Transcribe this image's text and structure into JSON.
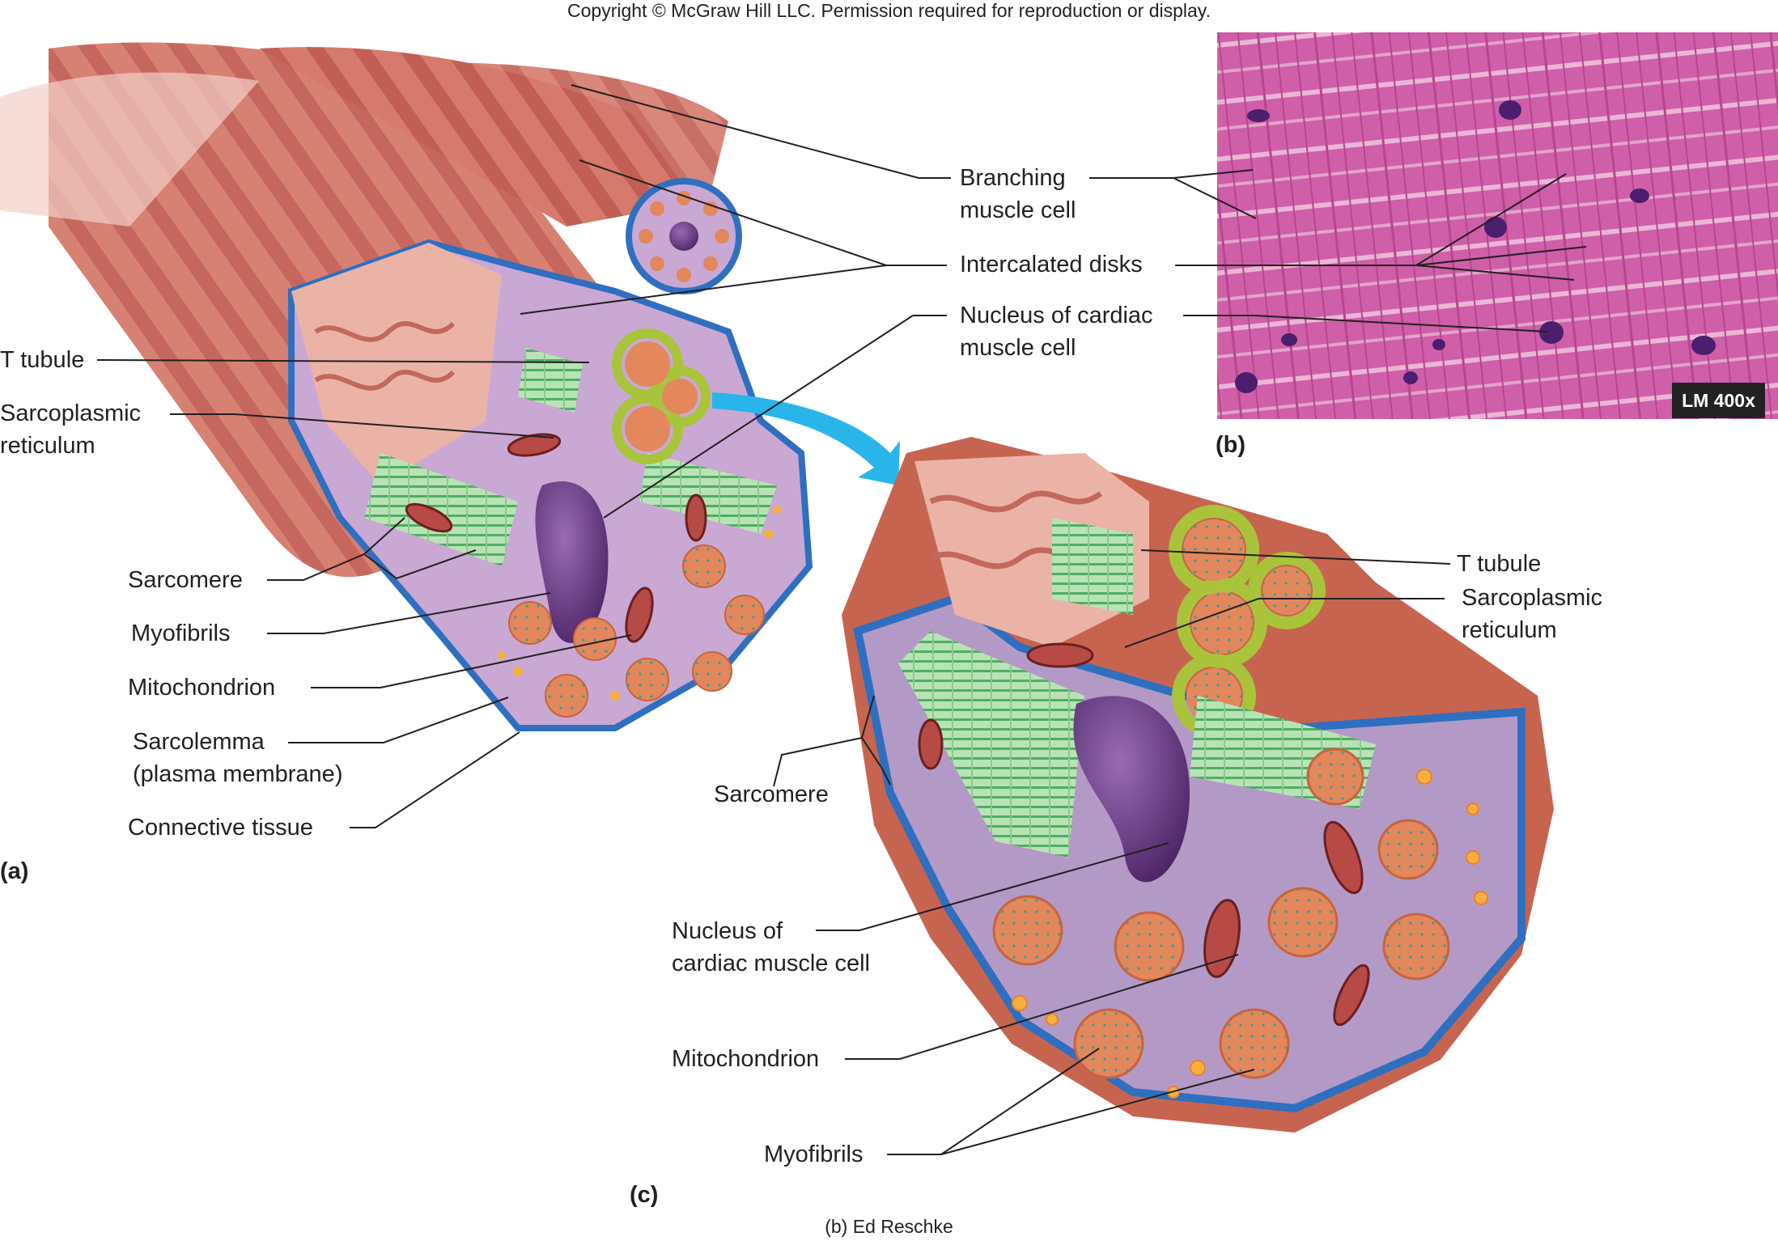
{
  "copyright": "Copyright © McGraw Hill LLC. Permission required for reproduction or display.",
  "credit": "(b) Ed Reschke",
  "panels": {
    "a": "(a)",
    "b": "(b)",
    "c": "(c)"
  },
  "micrograph": {
    "magnification": "LM 400x"
  },
  "labels_a": {
    "t_tubule": "T tubule",
    "sarcoplasmic_1": "Sarcoplasmic",
    "sarcoplasmic_2": "reticulum",
    "sarcomere": "Sarcomere",
    "myofibrils": "Myofibrils",
    "mitochondrion": "Mitochondrion",
    "sarcolemma_1": "Sarcolemma",
    "sarcolemma_2": "(plasma membrane)",
    "connective": "Connective tissue"
  },
  "labels_b": {
    "branching_1": "Branching",
    "branching_2": "muscle cell",
    "intercalated": "Intercalated disks",
    "nucleus_1": "Nucleus of cardiac",
    "nucleus_2": "muscle cell"
  },
  "labels_c": {
    "t_tubule": "T tubule",
    "sarcoplasmic_1": "Sarcoplasmic",
    "sarcoplasmic_2": "reticulum",
    "sarcomere": "Sarcomere",
    "nucleus_1": "Nucleus of",
    "nucleus_2": "cardiac muscle cell",
    "mitochondrion": "Mitochondrion",
    "myofibrils": "Myofibrils"
  },
  "colors": {
    "muscle": "#d06a5e",
    "cytoplasm": "#b39ac6",
    "membrane": "#2f6fc0",
    "myofibril": "#e3875c",
    "t_tubule_network": "#a9c43a",
    "nucleus": "#6a3a86",
    "stain": "#c24f9e"
  }
}
